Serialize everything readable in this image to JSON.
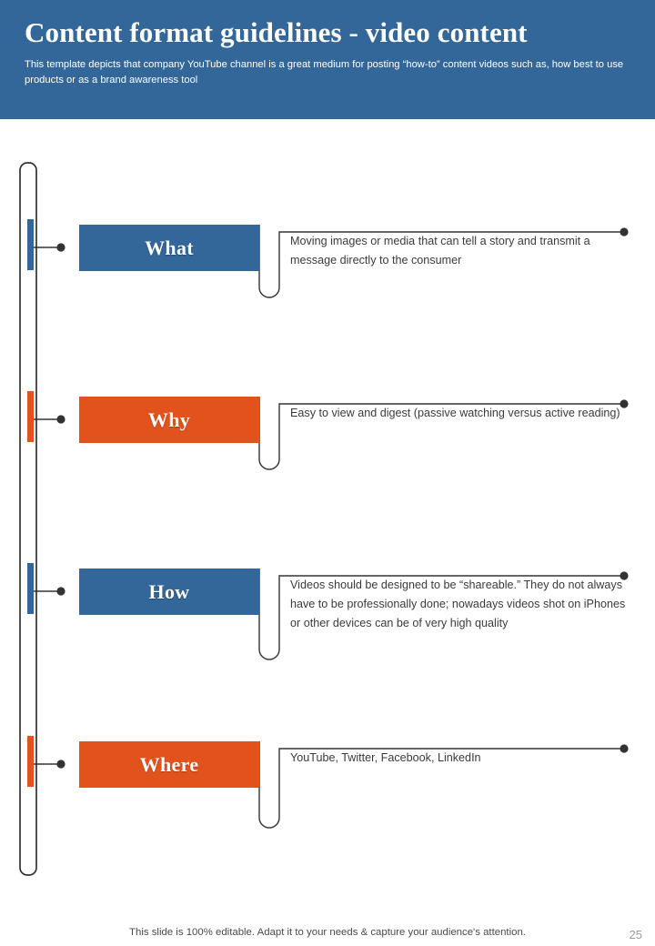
{
  "header": {
    "title": "Content format guidelines - video content",
    "subtitle": "This template depicts that company YouTube channel is a great medium for posting “how-to” content videos such as, how best to use products or as a brand awareness tool",
    "background_color": "#336699",
    "text_color": "#FFFFFF"
  },
  "theme": {
    "blue": "#336699",
    "orange": "#E1521D",
    "line": "#3A3A3A",
    "dot": "#333333",
    "body_text": "#3B3B3B",
    "page_background": "#FFFFFF"
  },
  "diagram": {
    "type": "vertical-timeline-5w",
    "spine_name": "vertical-spine",
    "stages": [
      {
        "label": "What",
        "color": "#336699",
        "description": "Moving images or media that can tell a story and transmit a message directly to the consumer"
      },
      {
        "label": "Why",
        "color": "#E1521D",
        "description": "Easy to view and digest (passive watching versus active reading)"
      },
      {
        "label": "How",
        "color": "#336699",
        "description": "Videos should be designed to be “shareable.”  They do not always have to be professionally done; nowadays videos shot on iPhones or other devices can be of very high quality"
      },
      {
        "label": "Where",
        "color": "#E1521D",
        "description": "YouTube, Twitter, Facebook, LinkedIn"
      }
    ]
  },
  "footer": {
    "note": "This slide is 100% editable. Adapt it to your needs & capture your audience's attention.",
    "page_number": "25"
  }
}
